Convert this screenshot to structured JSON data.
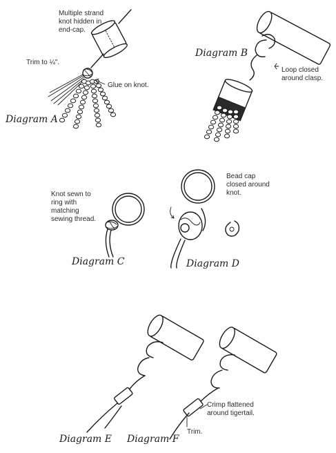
{
  "diagram_a": {
    "caption": "Diagram A",
    "note_lines": [
      "Multiple strand",
      "knot hidden in",
      "end-cap."
    ],
    "trim_label": "Trim to ¼\".",
    "glue_label": "Glue on knot."
  },
  "diagram_b": {
    "caption": "Diagram B",
    "note_lines": [
      "Loop closed",
      "around clasp."
    ]
  },
  "diagram_c": {
    "caption": "Diagram C",
    "note_lines": [
      "Knot sewn to",
      "ring with",
      "matching",
      "sewing thread."
    ]
  },
  "diagram_d": {
    "caption": "Diagram D",
    "note_lines": [
      "Bead cap",
      "closed around",
      "knot."
    ]
  },
  "diagram_e": {
    "caption": "Diagram E"
  },
  "diagram_f": {
    "caption": "Diagram F",
    "note_lines": [
      "Crimp flattened",
      "around tigertail."
    ],
    "trim_label": "Trim."
  }
}
